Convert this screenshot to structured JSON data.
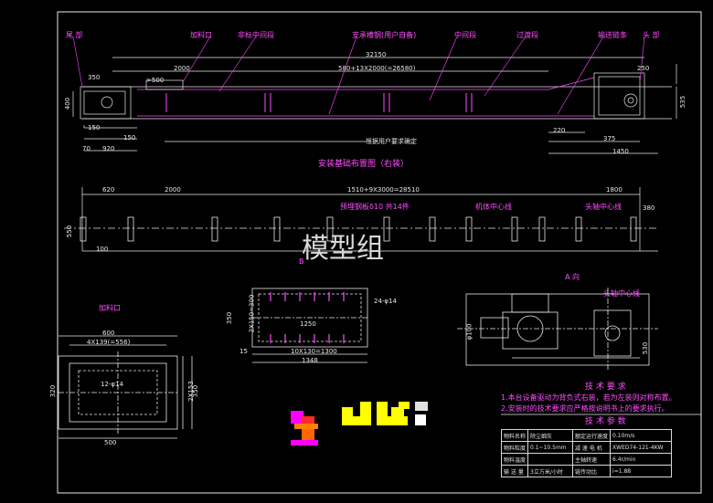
{
  "watermark": "模型组",
  "top_view": {
    "title": "安装基础布置图（右装）",
    "labels": {
      "tail": "尾 部",
      "feed_port": "加料口",
      "std_mid": "非标中间段",
      "support_channel": "支承槽钢(用户自备)",
      "mid": "中间段",
      "transition": "过渡段",
      "drive": "输送链条",
      "head": "头 部",
      "user_note": "根据用户要求确定"
    },
    "dims": [
      "32150",
      "2000",
      "580+13X2000(=26580)",
      "350",
      "250",
      "400",
      "150",
      "150",
      "920",
      "70",
      "220",
      "535",
      "375",
      "1450",
      ">500"
    ]
  },
  "foundation_view": {
    "labels": {
      "embedded_plate": "预埋钢板δ10 共14件",
      "center_line": "机体中心线",
      "head_axis": "头轴中心线"
    },
    "dims": [
      "620",
      "2000",
      "1510+9X3000=28510",
      "1800",
      "550",
      "100",
      "380"
    ]
  },
  "detail_b": {
    "title": "B",
    "dims": [
      "350",
      "2X150=300",
      "1250",
      "10X130=1300",
      "1348",
      "15",
      "24-φ14"
    ]
  },
  "feed_detail": {
    "title": "加料口",
    "dims": [
      "600",
      "4X139(=556)",
      "12-φ14",
      "2X153",
      "320",
      "350",
      "500"
    ]
  },
  "view_a": {
    "title": "A 向",
    "labels": {
      "head_axis": "头轴中心线"
    },
    "dims": [
      "φ100",
      "530"
    ]
  },
  "tech_requirements": {
    "title": "技 术 要 求",
    "items": [
      "1.本台设备驱动为背负式右装，若为左装则对称布置。",
      "2.安装时的技术要求应严格按说明书上的要求执行。"
    ]
  },
  "params": {
    "title": "技 术 参 数",
    "rows": [
      [
        "物料名称",
        "除尘细灰",
        "额定运行速度",
        "0.10m/s"
      ],
      [
        "物料粒度",
        "0.1~10.5mm",
        "减 速 电 机",
        "XWED74-121-4KW"
      ],
      [
        "物料温度",
        "",
        "主轴转速",
        "6.4r/min"
      ],
      [
        "输 送 量",
        "3立方米/小时",
        "链传动比",
        "i=1.88"
      ]
    ]
  },
  "colors": {
    "background": "#000000",
    "line": "#e8e8e8",
    "magenta": "#ff4dff",
    "cyan": "#4de0ff",
    "yellow": "#ffff00"
  }
}
